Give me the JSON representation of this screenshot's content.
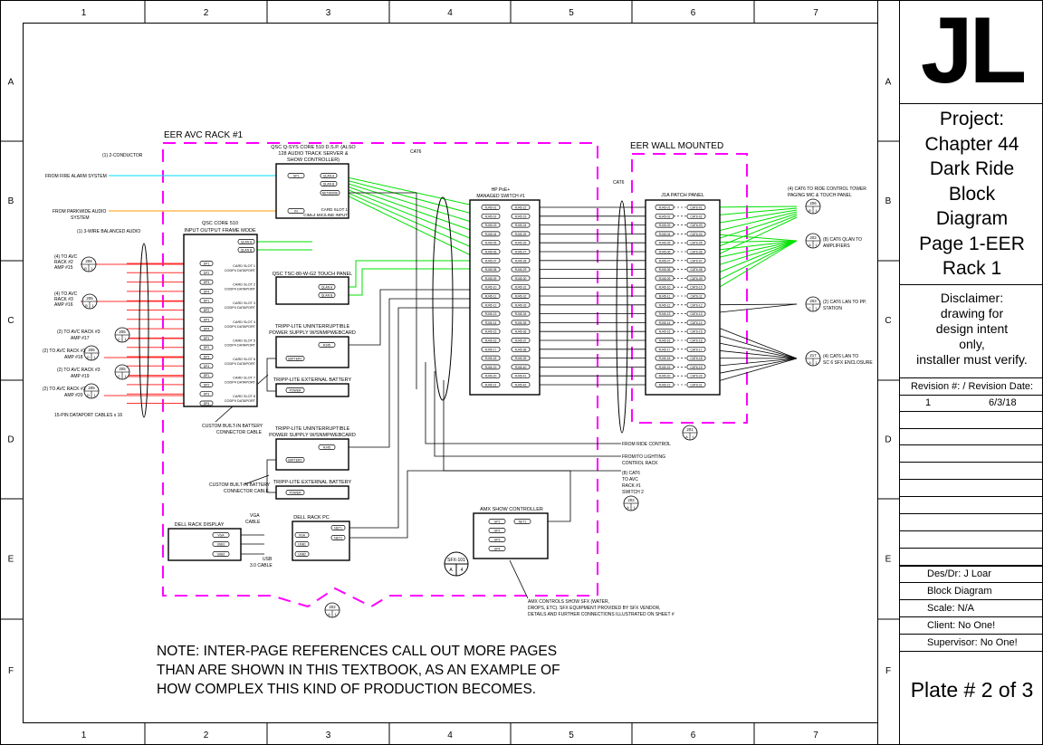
{
  "grid": {
    "columns": [
      "1",
      "2",
      "3",
      "4",
      "5",
      "6",
      "7"
    ],
    "rows": [
      "A",
      "B",
      "C",
      "D",
      "E",
      "F"
    ]
  },
  "title_block": {
    "logo": "JL",
    "project": [
      "Project:",
      "Chapter 44",
      "Dark Ride",
      "Block",
      "Diagram",
      "Page 1-EER",
      "Rack 1"
    ],
    "disclaimer": [
      "Disclaimer:",
      "drawing for",
      "design intent",
      "only,",
      "installer must verify."
    ],
    "revision_header": "Revision #:  /  Revision Date:",
    "revisions": [
      {
        "number": "1",
        "date": "6/3/18"
      }
    ],
    "designer": "Des/Dr: J Loar",
    "drawing_type": "Block Diagram",
    "scale": "Scale: N/A",
    "client": "Client: No One!",
    "supervisor": "Supervisor: No One!",
    "plate": "Plate # 2 of 3"
  },
  "regions": {
    "rack": "EER AVC RACK #1",
    "wall": "EER WALL MOUNTED"
  },
  "devices": {
    "core": {
      "title": [
        "QSC CORE 510",
        "INPUT OUTPUT FRAME MODE"
      ],
      "ports": [
        "QLAN A",
        "QLAN B"
      ],
      "cards": [
        "CARD SLOT 1\nCODP4 DATAPORT",
        "CARD SLOT 2\nCODP4 DATAPORT",
        "CARD SLOT 3\nCODP4 DATAPORT",
        "CARD SLOT 4\nCODP4 DATAPORT",
        "CARD SLOT 5\nCODP4 DATAPORT",
        "CARD SLOT 6\nCODP4 DATAPORT",
        "CARD SLOT 7\nCODP4 DATAPORT",
        "CARD SLOT 8\nCODP4 DATAPORT"
      ],
      "dp_ports": [
        "DP1",
        "DP2",
        "DP3",
        "DP4",
        "DP1",
        "DP2",
        "DP3",
        "DP4",
        "DP1",
        "DP2",
        "DP3",
        "DP4",
        "DP1",
        "DP2",
        "DP3",
        "DP4"
      ]
    },
    "dsp": {
      "title": [
        "QSC Q-SYS CORE 510 D.S.P. (ALSO",
        "128 AUDIO TRACK SERVER &",
        "SHOW CONTROLLER)"
      ],
      "ports": [
        "GP1",
        "QLAN A",
        "QLAN B",
        "NETWORK",
        "IN"
      ],
      "card_note": [
        "CARD SLOT 1",
        "CIML4 MIC/LINE INPUT"
      ]
    },
    "touch": {
      "title": "QSC TSC-80-W-G2 TOUCH PANEL",
      "ports": [
        "QLAN A",
        "QLAN B"
      ]
    },
    "ups1": {
      "title": [
        "TRIPP-LITE UNINTERRUPTIBLE",
        "POWER SUPPLY W/SNMPWEBCARD"
      ],
      "ports": [
        "RJ45",
        "BATTERY"
      ]
    },
    "batt1": {
      "title": "TRIPP-LITE EXTERNAL BATTERY",
      "ports": [
        "POWER"
      ]
    },
    "ups2": {
      "title": [
        "TRIPP-LITE UNINTERRUPTIBLE",
        "POWER SUPPLY W/SNMPWEBCARD"
      ],
      "ports": [
        "RJ45",
        "BATTERY"
      ]
    },
    "batt2": {
      "title": "TRIPP-LITE EXTERNAL BATTERY",
      "ports": [
        "POWER"
      ]
    },
    "display": {
      "title": "DELL RACK DISPLAY",
      "ports": [
        "VGA",
        "USB1",
        "USB2"
      ]
    },
    "pc": {
      "title": "DELL RACK PC",
      "ports": [
        "VGA",
        "USB1",
        "USB2",
        "NET1",
        "NET2"
      ]
    },
    "switch": {
      "title": [
        "HP PoE+",
        "MANAGED SWITCH #1"
      ],
      "count": 21,
      "prefix": "RJ45-"
    },
    "patch": {
      "title": "J1A PATCH PANEL",
      "count": 21,
      "prefix_left": "RJ45-",
      "prefix_right": "CAT6-"
    },
    "amx": {
      "title": "AMX SHOW CONTROLLER",
      "ports": [
        "GP1",
        "GP2",
        "GP3",
        "GP4",
        "NET1"
      ]
    }
  },
  "labels": {
    "two_conductor": "(1)   2-CONDUCTOR",
    "fire_alarm": "FROM FIRE ALARM SYSTEM",
    "parkwide": [
      "FROM PARKWIDE AUDIO",
      "SYSTEM"
    ],
    "three_wire": "(1)   3-WIRE BALANCED AUDIO",
    "avc2": [
      "(4) TO AVC",
      "RACK #2",
      "AMP #15"
    ],
    "avc3": [
      "(4) TO AVC",
      "RACK #3",
      "AMP #16"
    ],
    "avc_rack3_17": [
      "(2) TO AVC RACK #3",
      "AMP #17"
    ],
    "avc_rack3_18": [
      "(2) TO AVC RACK #3",
      "AMP #18"
    ],
    "avc_rack3_19": [
      "(2) TO AVC RACK #3",
      "AMP #19"
    ],
    "avc_rack3_20": [
      "(2) TO AVC RACK #3",
      "AMP #20"
    ],
    "dataport_cables": "15-PIN DATAPORT CABLES x 16",
    "battery_cable_1": [
      "CUSTOM BUILT-IN BATTERY",
      "CONNECTOR CABLE"
    ],
    "battery_cable_2": [
      "CUSTOM BUILT-IN BATTERY",
      "CONNECTOR CABLE"
    ],
    "vga_cable": [
      "VGA",
      "CABLE"
    ],
    "usb_cable": [
      "USB",
      "3.0 CABLE"
    ],
    "cat6_a": "CAT6",
    "cat6_b": "CAT6",
    "ride_control_tower": [
      "(4) CAT6 TO RIDE CONTROL TOWER",
      "PAGING MIC & TOUCH PANEL"
    ],
    "qlan_amps": [
      "(8) CAT6 QLAN TO",
      "AMPLIFIERS"
    ],
    "pp_station": [
      "(2) CAT6 LAN TO PP.",
      "STATION"
    ],
    "sfx_enclosure": [
      "(4) CAT6 LAN TO",
      "SC 6 SFX ENCLOSURE"
    ],
    "from_ride_control": "FROM RIDE CONTROL",
    "lighting": [
      "FROM/TO LIGHTING",
      "CONTROL RACK"
    ],
    "cat6_avc": [
      "(8) CAT6",
      "TO AVC",
      "RACK #1",
      "SWITCH 2"
    ],
    "amx_note": [
      "AMX CONTROLS SHOW SFX (WATER,",
      "DROPS, ETC).  SFX EQUIPMENT PROVIDED BY SFX VENDOR,",
      "DETAILS AND FURTHER CONNECTIONS ILLUSTRATED ON SHEET #"
    ],
    "sfx_bubble": [
      "SFX-101",
      "A",
      "4"
    ],
    "note": [
      "NOTE: INTER-PAGE REFERENCES CALL OUT MORE PAGES",
      "THAN ARE SHOWN IN THIS TEXTBOOK, AS AN EXAMPLE OF",
      "HOW COMPLEX THIS KIND OF PRODUCTION BECOMES."
    ]
  },
  "refs": {
    "r206": [
      "206",
      "B",
      "1"
    ],
    "r205a": [
      "205",
      "B",
      "1"
    ],
    "r205b": [
      "205",
      "C",
      "1"
    ],
    "r205c": [
      "205",
      "D",
      "1"
    ],
    "r205d": [
      "205",
      "C",
      "1"
    ],
    "r205e": [
      "205",
      "D",
      "1"
    ],
    "r205f": [
      "205",
      "D",
      "1"
    ],
    "r206b": [
      "206",
      "B",
      "1"
    ],
    "r202a": [
      "202",
      "A",
      "1"
    ],
    "r203": [
      "203",
      "C",
      "1"
    ],
    "r217": [
      "217",
      "A",
      "1"
    ],
    "r201": [
      "201",
      "A",
      "1"
    ],
    "r202b": [
      "202",
      "A",
      "1"
    ],
    "r202c": [
      "202",
      "A",
      "1"
    ]
  },
  "colors": {
    "magenta": "#ff00ff",
    "green": "#00e000",
    "red": "#ff3030",
    "cyan": "#00d8ff",
    "orange": "#ff9900"
  }
}
